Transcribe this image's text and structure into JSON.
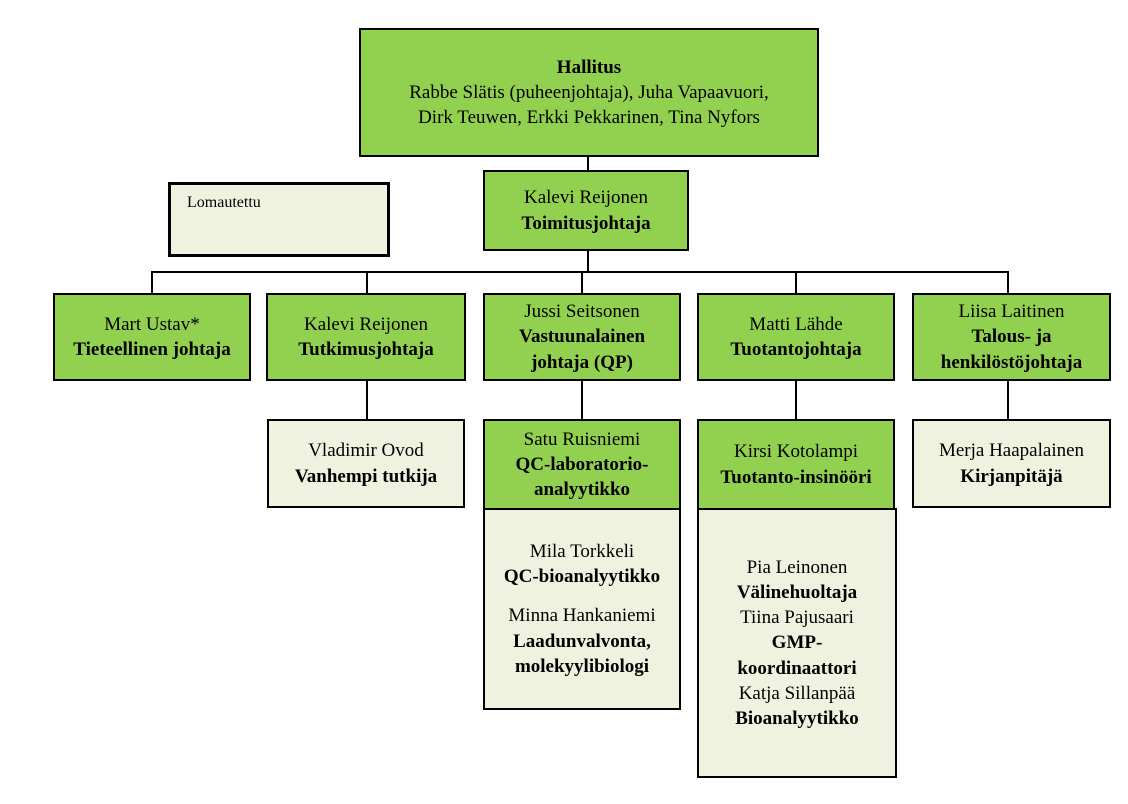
{
  "colors": {
    "role_green": "#92d050",
    "staff_pale": "#eef2df",
    "lines": "#000000"
  },
  "board": {
    "title": "Hallitus",
    "members_line1": "Rabbe Slätis (puheenjohtaja), Juha Vapaavuori,",
    "members_line2": "Dirk Teuwen, Erkki Pekkarinen, Tina Nyfors"
  },
  "furlough": {
    "label": "Lomautettu"
  },
  "ceo": {
    "name": "Kalevi Reijonen",
    "title": "Toimitusjohtaja"
  },
  "directors": [
    {
      "name": "Mart Ustav*",
      "title": "Tieteellinen johtaja"
    },
    {
      "name": "Kalevi Reijonen",
      "title": "Tutkimusjohtaja"
    },
    {
      "name": "Jussi Seitsonen",
      "title_line1": "Vastuunalainen",
      "title_line2": "johtaja (QP)"
    },
    {
      "name": "Matti Lähde",
      "title": "Tuotantojohtaja"
    },
    {
      "name": "Liisa Laitinen",
      "title_line1": "Talous- ja",
      "title_line2": "henkilöstöjohtaja"
    }
  ],
  "research_staff": {
    "name": "Vladimir Ovod",
    "title": "Vanhempi tutkija"
  },
  "qc_lead": {
    "name": "Satu Ruisniemi",
    "title_line1": "QC-laboratorio-",
    "title_line2": "analyytikko"
  },
  "qc_staff": [
    {
      "name": "Mila Torkkeli",
      "title": "QC-bioanalyytikko"
    },
    {
      "name": "Minna Hankaniemi",
      "title_line1": "Laadunvalvonta,",
      "title_line2": "molekyylibiologi"
    }
  ],
  "production_lead": {
    "name": "Kirsi Kotolampi",
    "title": "Tuotanto-insinööri"
  },
  "production_staff": [
    {
      "name": "Pia Leinonen",
      "title": "Välinehuoltaja"
    },
    {
      "name": "Tiina Pajusaari",
      "title_line1": "GMP-",
      "title_line2": "koordinaattori"
    },
    {
      "name": "Katja Sillanpää",
      "title": "Bioanalyytikko"
    }
  ],
  "finance_staff": {
    "name": "Merja Haapalainen",
    "title": "Kirjanpitäjä"
  }
}
